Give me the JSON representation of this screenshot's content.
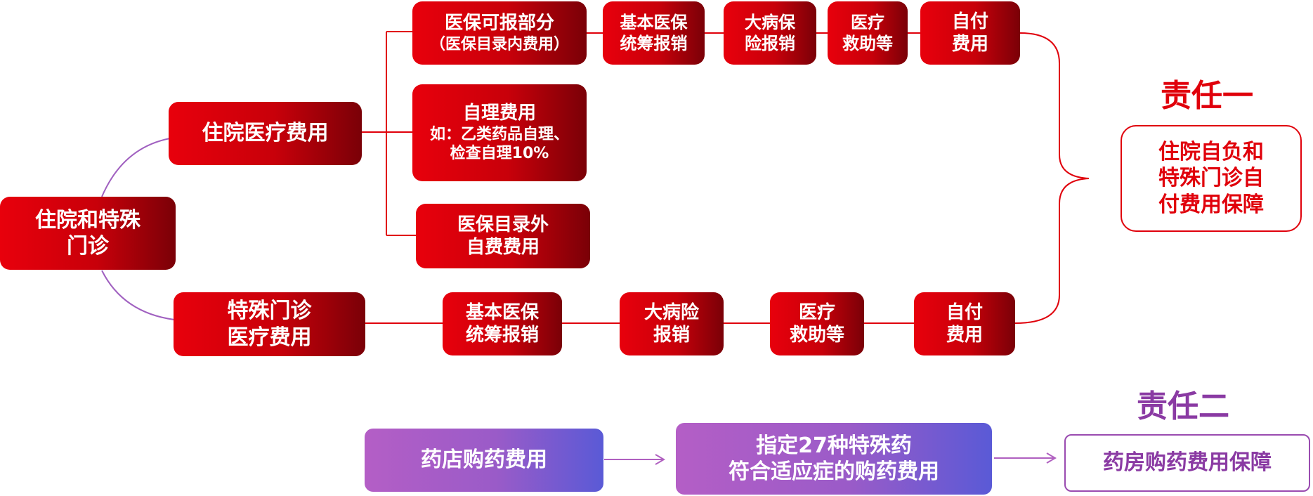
{
  "root": {
    "line1": "住院和特殊",
    "line2": "门诊"
  },
  "hospital": {
    "label": "住院医疗费用"
  },
  "special": {
    "line1": "特殊门诊",
    "line2": "医疗费用"
  },
  "inclusive": {
    "line1": "医保可报部分",
    "line2": "（医保目录内费用）"
  },
  "inclusive_steps": [
    {
      "line1": "基本医保",
      "line2": "统筹报销"
    },
    {
      "line1": "大病保",
      "line2": "险报销"
    },
    {
      "line1": "医疗",
      "line2": "救助等"
    },
    {
      "line1": "自付",
      "line2": "费用"
    }
  ],
  "self_managed": {
    "line1": "自理费用",
    "line2": "如：乙类药品自理、",
    "line3": "检查自理10%"
  },
  "out_of_list": {
    "line1": "医保目录外",
    "line2": "自费费用"
  },
  "special_steps": [
    {
      "line1": "基本医保",
      "line2": "统筹报销"
    },
    {
      "line1": "大病险",
      "line2": "报销"
    },
    {
      "line1": "医疗",
      "line2": "救助等"
    },
    {
      "line1": "自付",
      "line2": "费用"
    }
  ],
  "responsibility1": {
    "title": "责任一",
    "box": {
      "line1": "住院自负和",
      "line2": "特殊门诊自",
      "line3": "付费用保障"
    },
    "color": "#e0000b"
  },
  "responsibility2": {
    "title": "责任二",
    "box": "药房购药费用保障",
    "color": "#8a3aa3"
  },
  "pharmacy": {
    "source": "药店购药费用",
    "middle": {
      "line1": "指定27种特殊药",
      "line2": "符合适应症的购药费用"
    }
  },
  "colors": {
    "red_line": "#e0000b",
    "purple_line": "#a060c0"
  }
}
